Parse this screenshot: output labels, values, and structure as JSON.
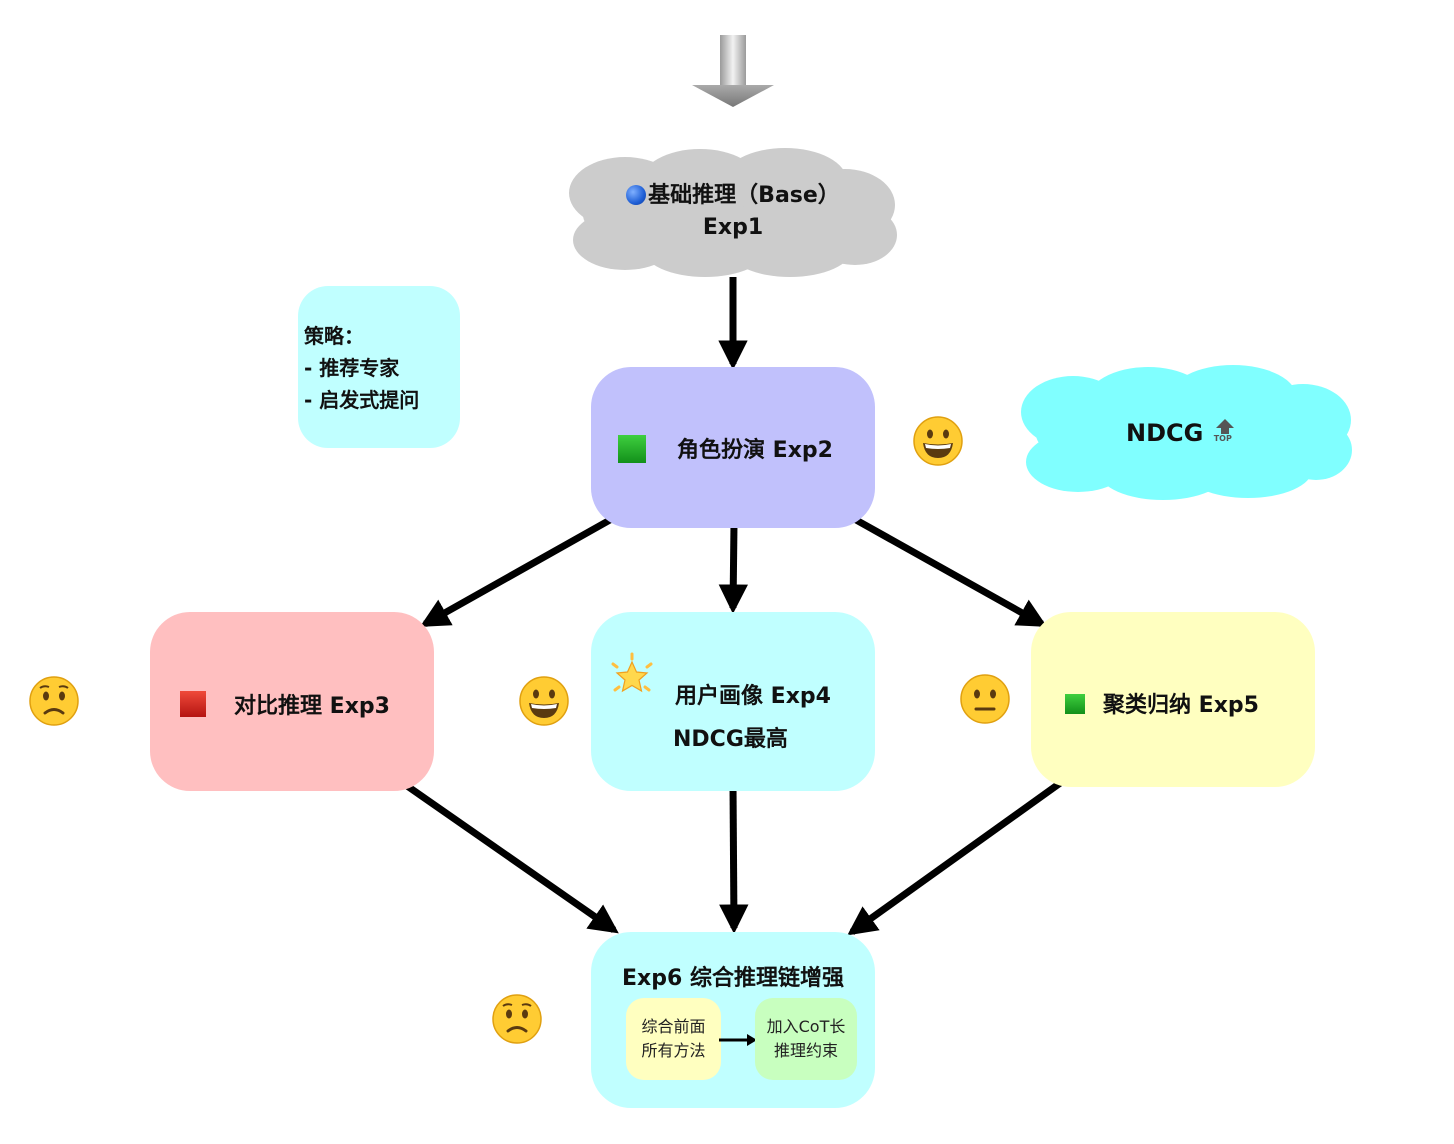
{
  "colors": {
    "cloud_gray": "#cccccc",
    "cloud_cyan": "#80ffff",
    "node_purple": "#c1c1fc",
    "node_pink": "#ffbfc0",
    "node_cyan": "#c0ffff",
    "node_yellow": "#ffffc0",
    "inner_yellow": "#ffffc0",
    "inner_green": "#c8ffbf",
    "arrow": "#000000",
    "square_green": "#1fa81f",
    "square_red": "#d7261e",
    "dot_blue": "#1f5fd6"
  },
  "entry_arrow": {
    "icon": "gray-down-arrow-icon"
  },
  "base": {
    "line1": "基础推理（Base）",
    "line2": "Exp1",
    "icon": "blue-circle-icon"
  },
  "strategy": {
    "title": "策略：",
    "items": [
      "- 推荐专家",
      "- 启发式提问"
    ]
  },
  "exp2": {
    "label": "角色扮演 Exp2",
    "icon": "green-square-icon"
  },
  "ndcg_cloud": {
    "label": "NDCG",
    "icon": "top-arrow-icon",
    "icon_text": "TOP"
  },
  "exp3": {
    "label": "对比推理 Exp3",
    "icon": "red-square-icon"
  },
  "exp4": {
    "line1": "用户画像 Exp4",
    "line2": "NDCG最高",
    "icon": "glowing-star-icon"
  },
  "exp5": {
    "label": "聚类归纳 Exp5",
    "icon": "green-square-icon"
  },
  "exp6": {
    "title": "Exp6 综合推理链增强",
    "step1_line1": "综合前面",
    "step1_line2": "所有方法",
    "step2_line1": "加入CoT长",
    "step2_line2": "推理约束"
  },
  "faces": {
    "exp2": "grinning-face-icon",
    "exp3": "worried-face-icon",
    "exp4": "grinning-face-icon",
    "exp5": "neutral-face-icon",
    "exp6": "worried-face-icon"
  }
}
